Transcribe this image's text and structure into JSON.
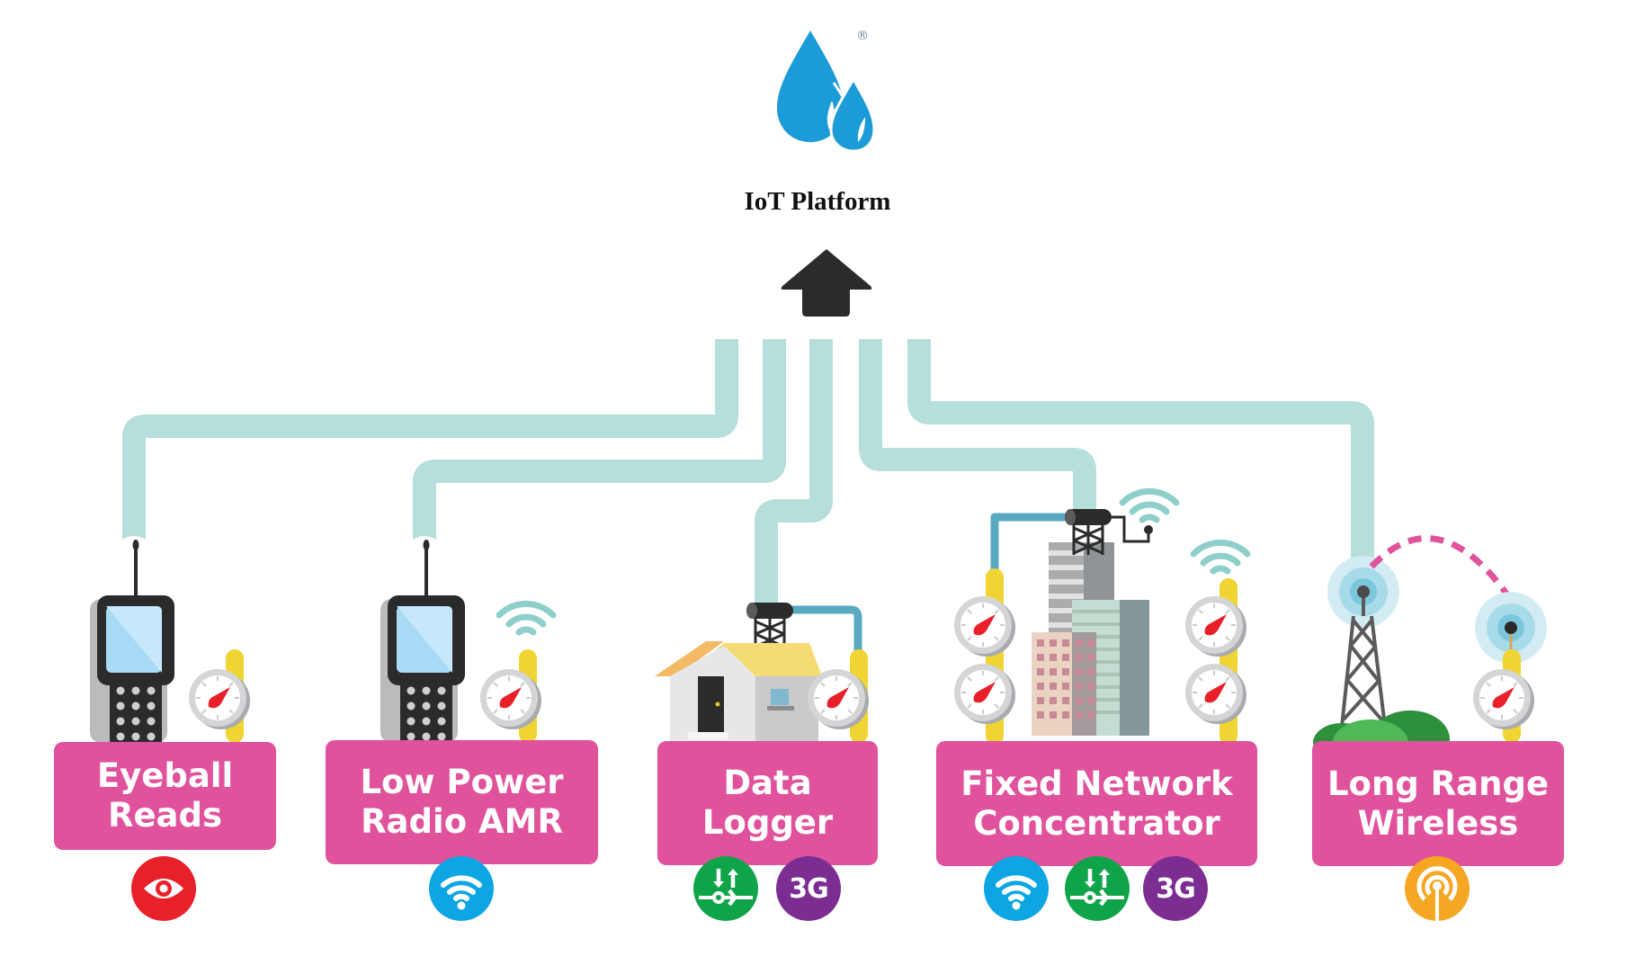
{
  "header": {
    "logo": {
      "name": "water-drops-logo",
      "registered_mark": "®",
      "color": "#1b9bd7"
    },
    "title": "IoT Platform",
    "arrow": "up-arrow"
  },
  "colors": {
    "pipe": "#b6dedb",
    "label_bg": "#e0529c",
    "label_text": "#ffffff",
    "water_pipe": "#5aa9c2",
    "meter_pipe": "#f0d432",
    "signal": "#8fcfcb",
    "link_dash": "#e0529c"
  },
  "methods": [
    {
      "id": "eyeball-reads",
      "label_lines": [
        "Eyeball",
        "Reads"
      ],
      "illustration": "handheld-reader-with-meter",
      "icons": [
        {
          "name": "eye-icon",
          "color": "#e8202a"
        }
      ]
    },
    {
      "id": "low-power-radio-amr",
      "label_lines": [
        "Low Power",
        "Radio AMR"
      ],
      "illustration": "handheld-reader-with-radio-meter",
      "icons": [
        {
          "name": "wifi-icon",
          "color": "#0ea5e4"
        }
      ]
    },
    {
      "id": "data-logger",
      "label_lines": [
        "Data",
        "Logger"
      ],
      "illustration": "house-with-logger-and-meter",
      "icons": [
        {
          "name": "network-transfer-icon",
          "color": "#10a44a"
        },
        {
          "name": "3g-icon",
          "color": "#7b2d92",
          "text": "3G"
        }
      ]
    },
    {
      "id": "fixed-network-concentrator",
      "label_lines": [
        "Fixed Network",
        "Concentrator"
      ],
      "illustration": "buildings-with-concentrator-and-meters",
      "icons": [
        {
          "name": "wifi-icon",
          "color": "#0ea5e4"
        },
        {
          "name": "network-transfer-icon",
          "color": "#10a44a"
        },
        {
          "name": "3g-icon",
          "color": "#7b2d92",
          "text": "3G"
        }
      ]
    },
    {
      "id": "long-range-wireless",
      "label_lines": [
        "Long Range",
        "Wireless"
      ],
      "illustration": "radio-tower-linked-to-meter",
      "icons": [
        {
          "name": "broadcast-antenna-icon",
          "color": "#f5a623"
        }
      ]
    }
  ]
}
